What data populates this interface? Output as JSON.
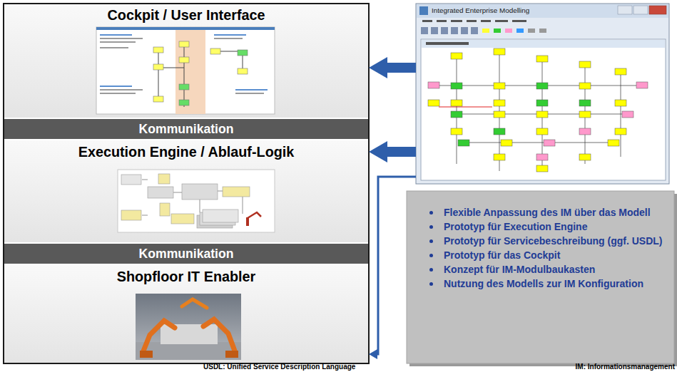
{
  "diagram": {
    "nodes": [
      {
        "text": [
          "Cockpit / User Interface"
        ]
      },
      {
        "text": [
          "Kommunikation"
        ]
      },
      {
        "text": [
          "Execution Engine / Ablauf-Logik"
        ]
      },
      {
        "text": [
          "Kommunikation"
        ]
      },
      {
        "text": [
          "Shopfloor IT Enabler"
        ]
      },
      {
        "text": [
          "Integrated Enterprise Modelling"
        ]
      },
      {
        "text": [
          "Flexible Anpassung des IM über das Modell",
          "Prototyp für Execution Engine",
          "Prototyp für Servicebeschreibung (ggf. USDL)",
          "Prototyp für das Cockpit",
          "Konzept für IM-Modulbaukasten",
          "Nutzung des Modells zur IM Konfiguration"
        ]
      }
    ],
    "edges": [
      {
        "from": 5,
        "to": 0,
        "arrow": "to"
      },
      {
        "from": 5,
        "to": 2,
        "arrow": "to"
      },
      {
        "from": 5,
        "to": 4,
        "arrow": "to"
      }
    ],
    "labels": [
      "USDL: Unified Service Description Language",
      "IM: Informationsmanagement"
    ]
  }
}
